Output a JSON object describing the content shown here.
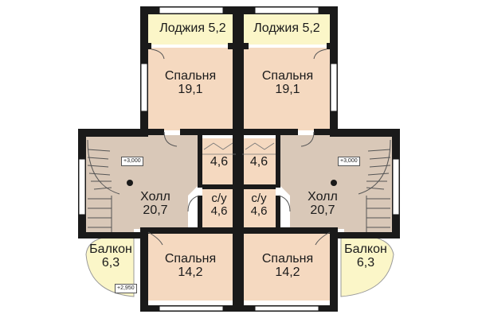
{
  "rooms": {
    "loggia_left": {
      "name": "Лоджия",
      "area": "5,2"
    },
    "loggia_right": {
      "name": "Лоджия",
      "area": "5,2"
    },
    "bed_top_left": {
      "name": "Спальня",
      "area": "19,1"
    },
    "bed_top_right": {
      "name": "Спальня",
      "area": "19,1"
    },
    "hall_left": {
      "name": "Холл",
      "area": "20,7"
    },
    "hall_right": {
      "name": "Холл",
      "area": "20,7"
    },
    "closet_left": {
      "area": "4,6"
    },
    "closet_right": {
      "area": "4,6"
    },
    "wc_left": {
      "name": "с/у",
      "area": "4,6"
    },
    "wc_right": {
      "name": "с/у",
      "area": "4,6"
    },
    "balcony_left": {
      "name": "Балкон",
      "area": "6,3"
    },
    "balcony_right": {
      "name": "Балкон",
      "area": "6,3"
    },
    "bed_bot_left": {
      "name": "Спальня",
      "area": "14,2"
    },
    "bed_bot_right": {
      "name": "Спальня",
      "area": "14,2"
    }
  },
  "marks": {
    "left_stair_level": "+3,000",
    "right_stair_level": "+3,000",
    "balcony_level": "+2,950"
  },
  "colors": {
    "wall": "#1a1a1a",
    "room_fill": "#f5d9c0",
    "hall_fill": "#d9c8b8",
    "balcony_fill": "#fbf6c8",
    "window": "#ffffff"
  }
}
